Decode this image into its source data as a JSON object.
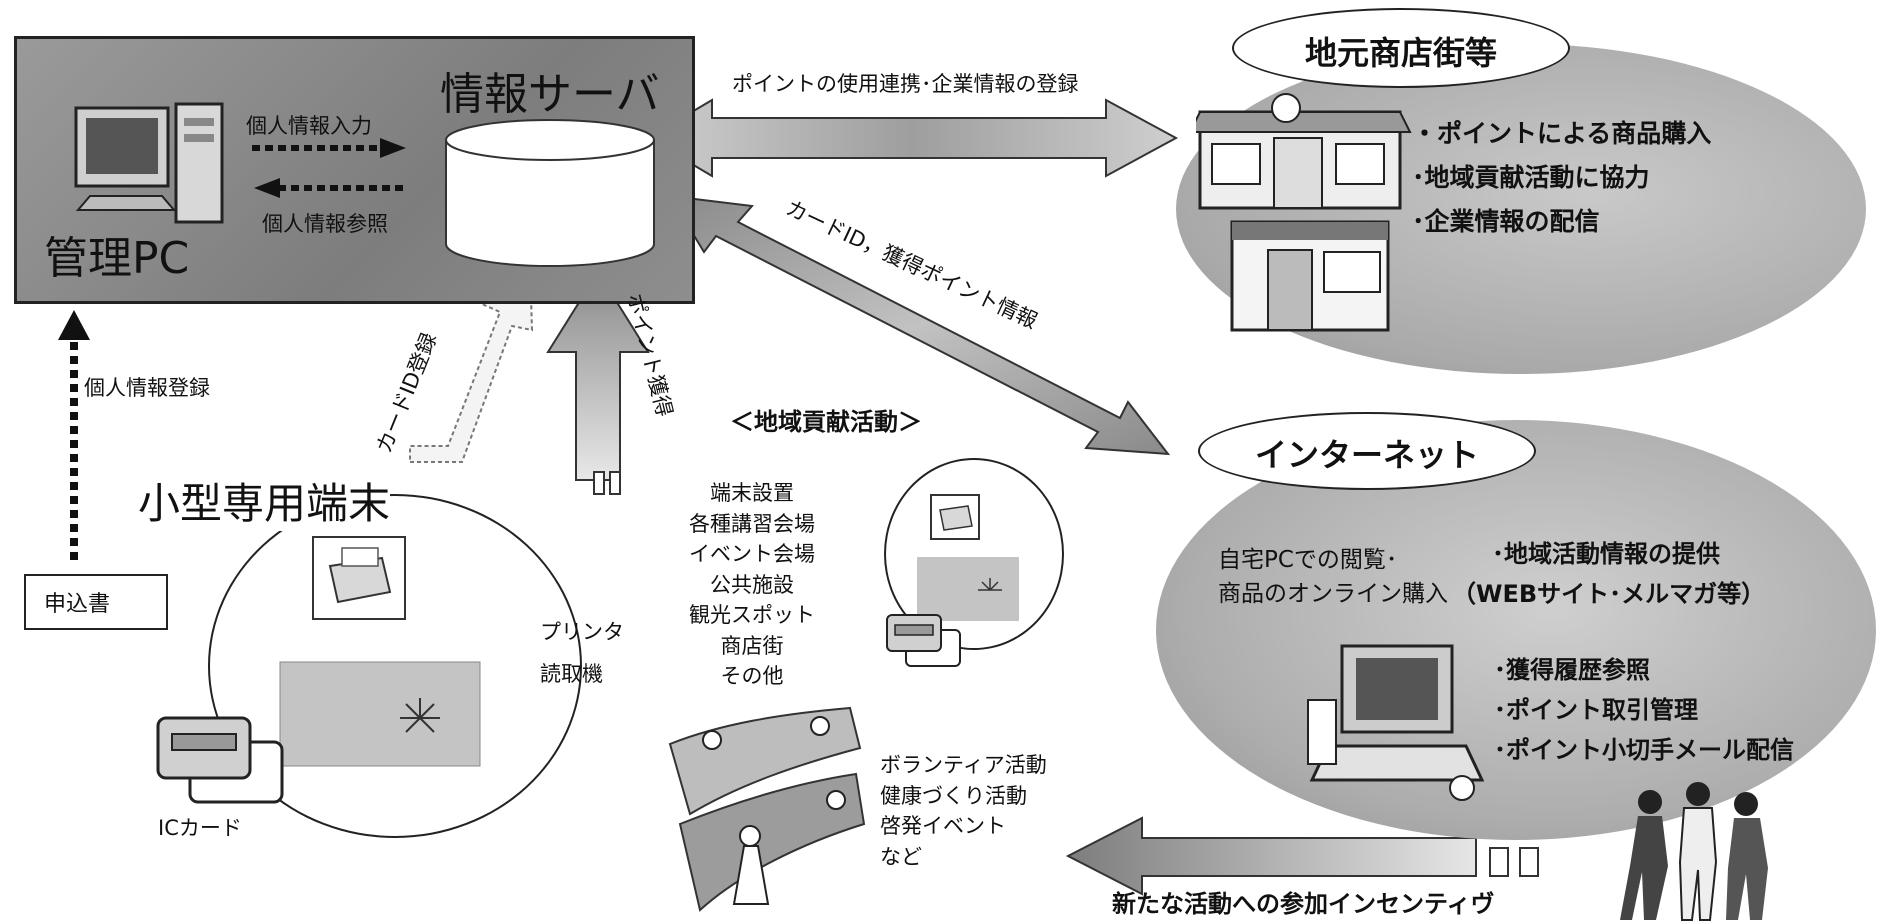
{
  "server": {
    "title": "情報サーバ",
    "admin_pc": "管理PC",
    "personal_info_input": "個人情報入力",
    "personal_info_view": "個人情報参照"
  },
  "flows": {
    "top_arrow": "ポイントの使用連携･企業情報の登録",
    "diagonal_arrow": "カードID，獲得ポイント情報",
    "card_id_register": "カードID登録",
    "point_acquire": "ポイント獲得",
    "personal_info_register": "個人情報登録",
    "incentive": "新たな活動への参加インセンティヴ"
  },
  "application_form": "申込書",
  "terminal": {
    "title": "小型専用端末",
    "printer": "プリンタ",
    "reader": "読取機",
    "ic_card": "ICカード"
  },
  "community": {
    "header": "＜地域貢献活動＞",
    "locations": [
      "端末設置",
      "各種講習会場",
      "イベント会場",
      "公共施設",
      "観光スポット",
      "商店街",
      "その他"
    ],
    "activities": [
      "ボランティア活動",
      "健康づくり活動",
      "啓発イベント",
      "など"
    ]
  },
  "local_shops": {
    "header": "地元商店街等",
    "items": [
      "・ポイントによる商品購入",
      "･地域貢献活動に協力",
      "･企業情報の配信"
    ]
  },
  "internet": {
    "header": "インターネット",
    "home_pc_line1": "自宅PCでの閲覧･",
    "home_pc_line2": "商品のオンライン購入",
    "info_line1": "･地域活動情報の提供",
    "info_line2": "（WEBサイト･メルマガ等）",
    "services": [
      "･獲得履歴参照",
      "･ポイント取引管理",
      "･ポイント小切手メール配信"
    ]
  }
}
